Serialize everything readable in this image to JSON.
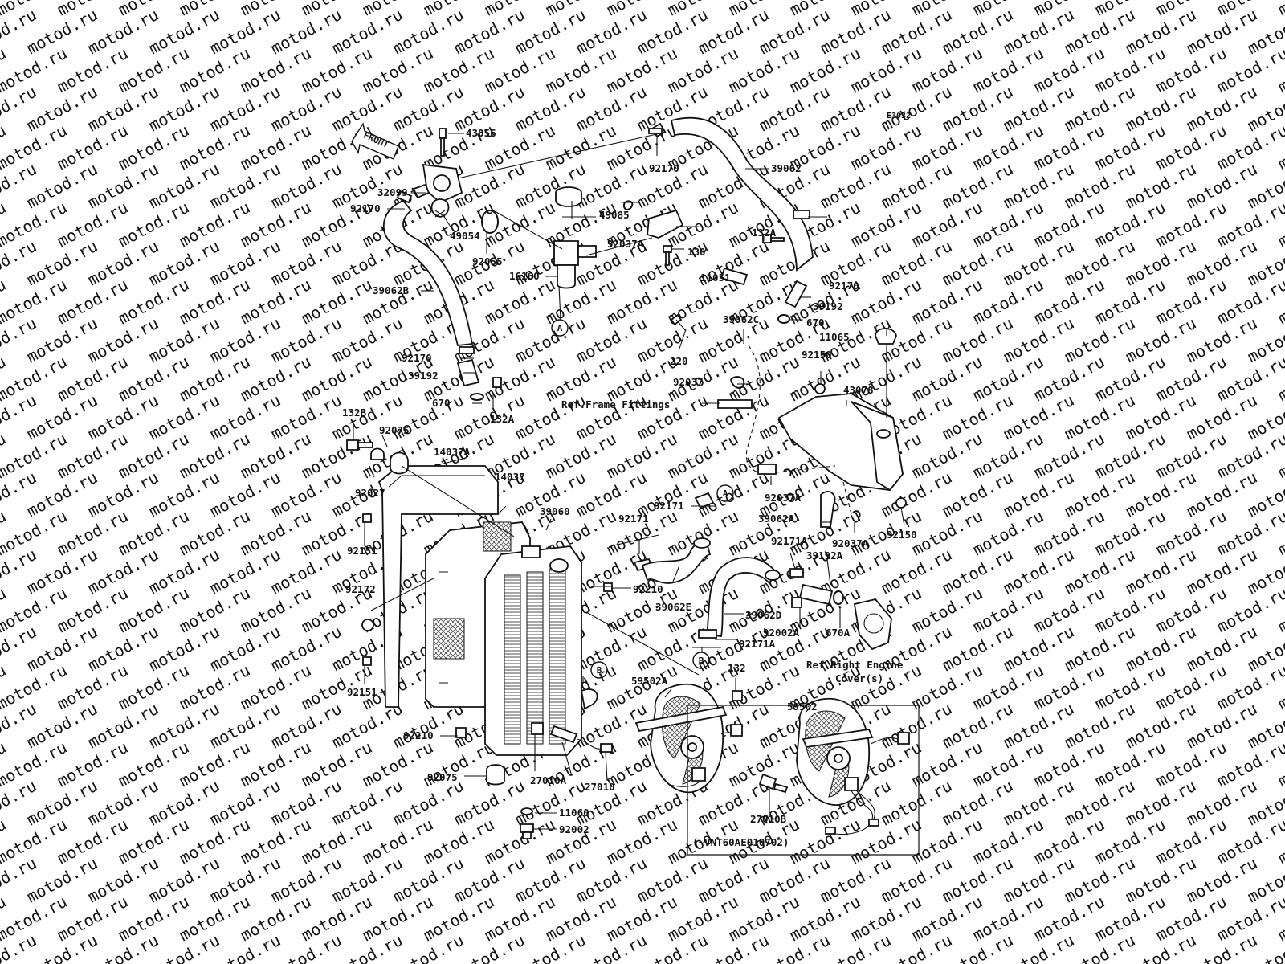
{
  "diagram_code": "E3032",
  "watermark": "motod.ru",
  "front_label": "FRONT",
  "callouts": {
    "a": "A",
    "b": "B"
  },
  "refs": {
    "frame_fittings": "Ref.Frame Fittings",
    "engine_cover_1": "Ref.Right Engine",
    "engine_cover_2": "Cover(s)",
    "serial_range": "(~VNT60AE010702)"
  },
  "parts": [
    {
      "id": "p01",
      "label": "43056"
    },
    {
      "id": "p02",
      "label": "92170"
    },
    {
      "id": "p03",
      "label": "39062"
    },
    {
      "id": "p04",
      "label": "32099"
    },
    {
      "id": "p05",
      "label": "92170"
    },
    {
      "id": "p06",
      "label": "49054"
    },
    {
      "id": "p07",
      "label": "92055"
    },
    {
      "id": "p08",
      "label": "49085"
    },
    {
      "id": "p09",
      "label": "92037A"
    },
    {
      "id": "p10",
      "label": "130"
    },
    {
      "id": "p11",
      "label": "16160"
    },
    {
      "id": "p12",
      "label": "11051"
    },
    {
      "id": "p13",
      "label": "39062B"
    },
    {
      "id": "p14",
      "label": "132A"
    },
    {
      "id": "p15",
      "label": "92170"
    },
    {
      "id": "p16",
      "label": "39192"
    },
    {
      "id": "p17",
      "label": "670"
    },
    {
      "id": "p18",
      "label": "39062C"
    },
    {
      "id": "p19",
      "label": "11065"
    },
    {
      "id": "p20",
      "label": "220"
    },
    {
      "id": "p21",
      "label": "92150"
    },
    {
      "id": "p22",
      "label": "92170"
    },
    {
      "id": "p23",
      "label": "39192"
    },
    {
      "id": "p24",
      "label": "92037"
    },
    {
      "id": "p25",
      "label": "43078"
    },
    {
      "id": "p26",
      "label": "670"
    },
    {
      "id": "p27",
      "label": "132A"
    },
    {
      "id": "p28",
      "label": "132B"
    },
    {
      "id": "p29",
      "label": "92075"
    },
    {
      "id": "p30",
      "label": "14037A"
    },
    {
      "id": "p31",
      "label": "92027"
    },
    {
      "id": "p32",
      "label": "14037"
    },
    {
      "id": "p33",
      "label": "92037A"
    },
    {
      "id": "p34",
      "label": "39060"
    },
    {
      "id": "p35",
      "label": "92171"
    },
    {
      "id": "p36",
      "label": "39062A"
    },
    {
      "id": "p37",
      "label": "92037A"
    },
    {
      "id": "p38",
      "label": "92150"
    },
    {
      "id": "p39",
      "label": "92151"
    },
    {
      "id": "p40",
      "label": "92171"
    },
    {
      "id": "p41",
      "label": "92171A"
    },
    {
      "id": "p42",
      "label": "39192A"
    },
    {
      "id": "p43",
      "label": "92172"
    },
    {
      "id": "p44",
      "label": "92210"
    },
    {
      "id": "p45",
      "label": "39062E"
    },
    {
      "id": "p46",
      "label": "39062D"
    },
    {
      "id": "p47",
      "label": "92002A"
    },
    {
      "id": "p48",
      "label": "670A"
    },
    {
      "id": "p49",
      "label": "92171A"
    },
    {
      "id": "p50",
      "label": "92151"
    },
    {
      "id": "p51",
      "label": "59502A"
    },
    {
      "id": "p52",
      "label": "132"
    },
    {
      "id": "p53",
      "label": "59502"
    },
    {
      "id": "p54",
      "label": "92210"
    },
    {
      "id": "p55",
      "label": "92075"
    },
    {
      "id": "p56",
      "label": "27010A"
    },
    {
      "id": "p57",
      "label": "27010"
    },
    {
      "id": "p58",
      "label": "27010B"
    },
    {
      "id": "p59",
      "label": "11060"
    },
    {
      "id": "p60",
      "label": "92002"
    }
  ]
}
